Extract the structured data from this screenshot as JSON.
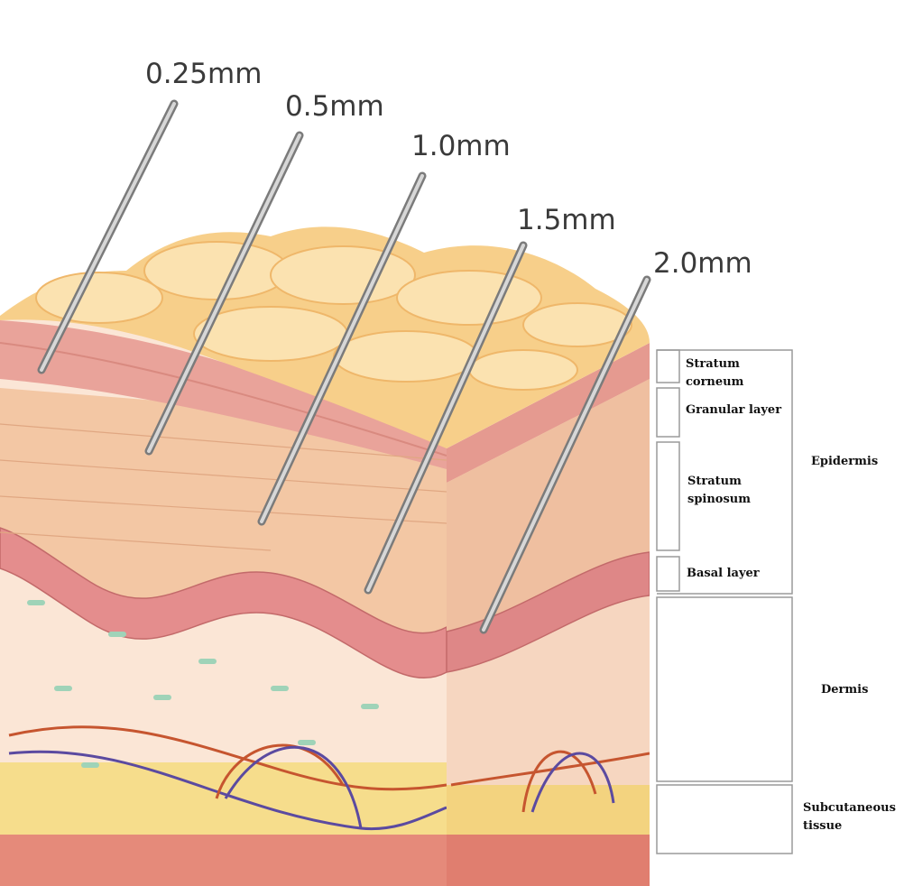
{
  "needles": [
    {
      "label": "0.25mm"
    },
    {
      "label": "0.5mm"
    },
    {
      "label": "1.0mm"
    },
    {
      "label": "1.5mm"
    },
    {
      "label": "2.0mm"
    }
  ],
  "layers": [
    {
      "label": "Stratum corneum"
    },
    {
      "label": "Granular layer"
    },
    {
      "label": "Stratum\nspinosum"
    },
    {
      "label": "Basal layer"
    }
  ],
  "groups": {
    "epidermis": "Epidermis",
    "dermis": "Dermis",
    "subcutaneous": "Subcutaneous\ntissue"
  },
  "colors": {
    "fat_top": "#f7cf8a",
    "corneum": "#e9a39a",
    "spinosum": "#f3c7a4",
    "basal": "#e48d8d",
    "dermis": "#fbe6d6",
    "subcutaneous": "#f6dd8c",
    "muscle": "#e58a7a",
    "needle": "#b9b9b9"
  }
}
